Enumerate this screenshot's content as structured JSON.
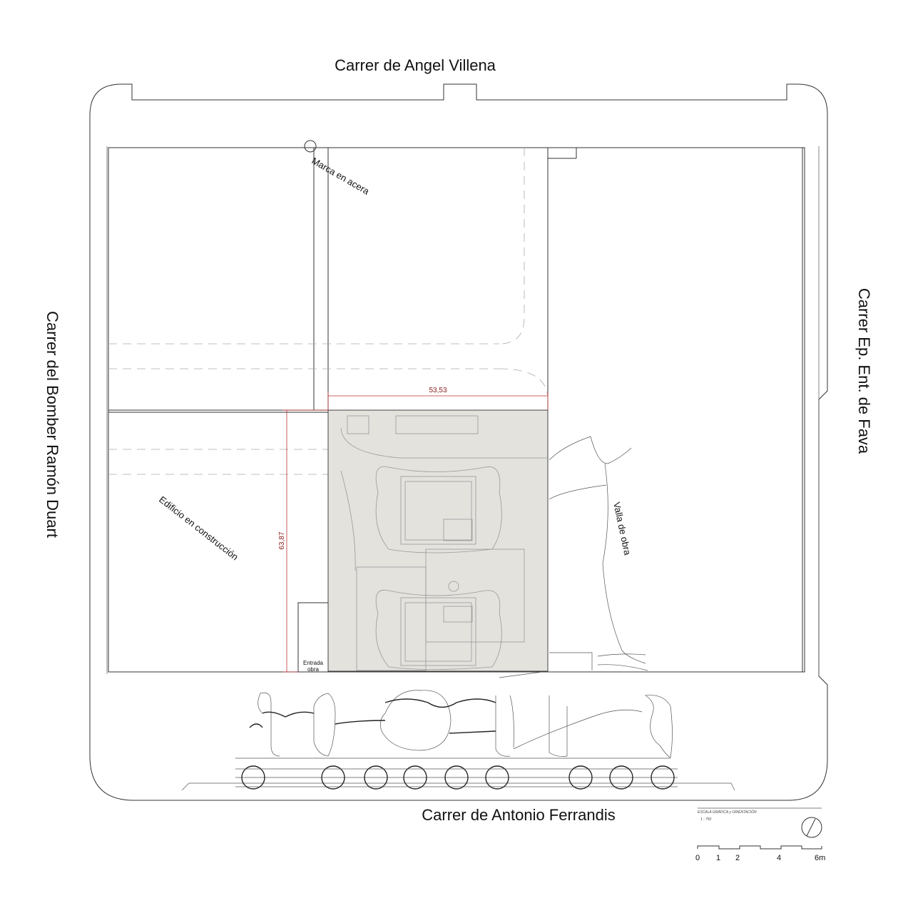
{
  "streets": {
    "north": "Carrer de Angel Villena",
    "south": "Carrer de Antonio Ferrandis",
    "west": "Carrer del Bomber Ramón Duart",
    "east": "Carrer Ep. Ent. de Fava"
  },
  "annotations": {
    "sidewalk_mark": "Marca en acera",
    "building_under_construction": "Edificio en construcción",
    "site_fence": "Valla de obra",
    "site_entrance_line1": "Entrada",
    "site_entrance_line2": "obra"
  },
  "dimensions": {
    "width": "53,53",
    "height": "63,87"
  },
  "scale_block": {
    "title": "ESCALA GRÁFICA y ORIENTACIÓN",
    "ratio": "1 : 750",
    "ticks": [
      "0",
      "1",
      "2",
      "4",
      "6m"
    ]
  },
  "colors": {
    "plot_fill": "#e4e2dd",
    "dimension_line": "#b33333",
    "linework": "#333333"
  }
}
